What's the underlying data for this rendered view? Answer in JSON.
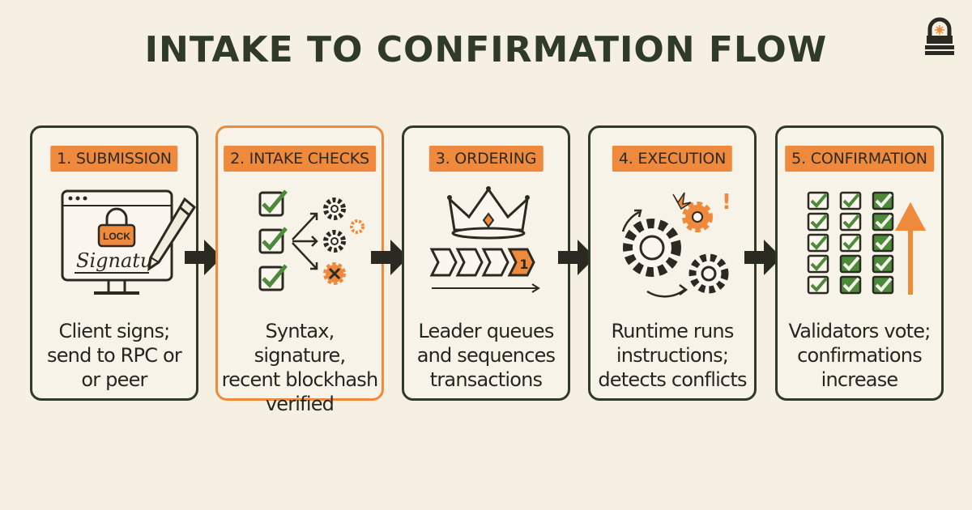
{
  "title": "INTAKE TO CONFIRMATION FLOW",
  "colors": {
    "accent": "#ef8a3c",
    "ink": "#2f3b26",
    "check_green": "#4d8a3a",
    "background": "#f6f0e3"
  },
  "steps": [
    {
      "label": "1. SUBMISSION",
      "lines": [
        "Client signs;",
        "send to RPC or",
        "or peer"
      ],
      "icon": "signed-document-icon",
      "lock_text": "LOCK",
      "sig_text": "Signatu"
    },
    {
      "label": "2. INTAKE CHECKS",
      "lines": [
        "Syntax, signature,",
        "recent blockhash",
        "verified"
      ],
      "icon": "checklist-gears-icon"
    },
    {
      "label": "3. ORDERING",
      "lines": [
        "Leader queues",
        "and sequences",
        "transactions"
      ],
      "icon": "crown-queue-icon",
      "queue_number": "1"
    },
    {
      "label": "4. EXECUTION",
      "lines": [
        "Runtime runs",
        "instructions;",
        "detects conflicts"
      ],
      "icon": "gears-conflict-icon"
    },
    {
      "label": "5. CONFIRMATION",
      "lines": [
        "Validators vote;",
        "confirmations",
        "increase"
      ],
      "icon": "votes-up-arrow-icon"
    }
  ]
}
